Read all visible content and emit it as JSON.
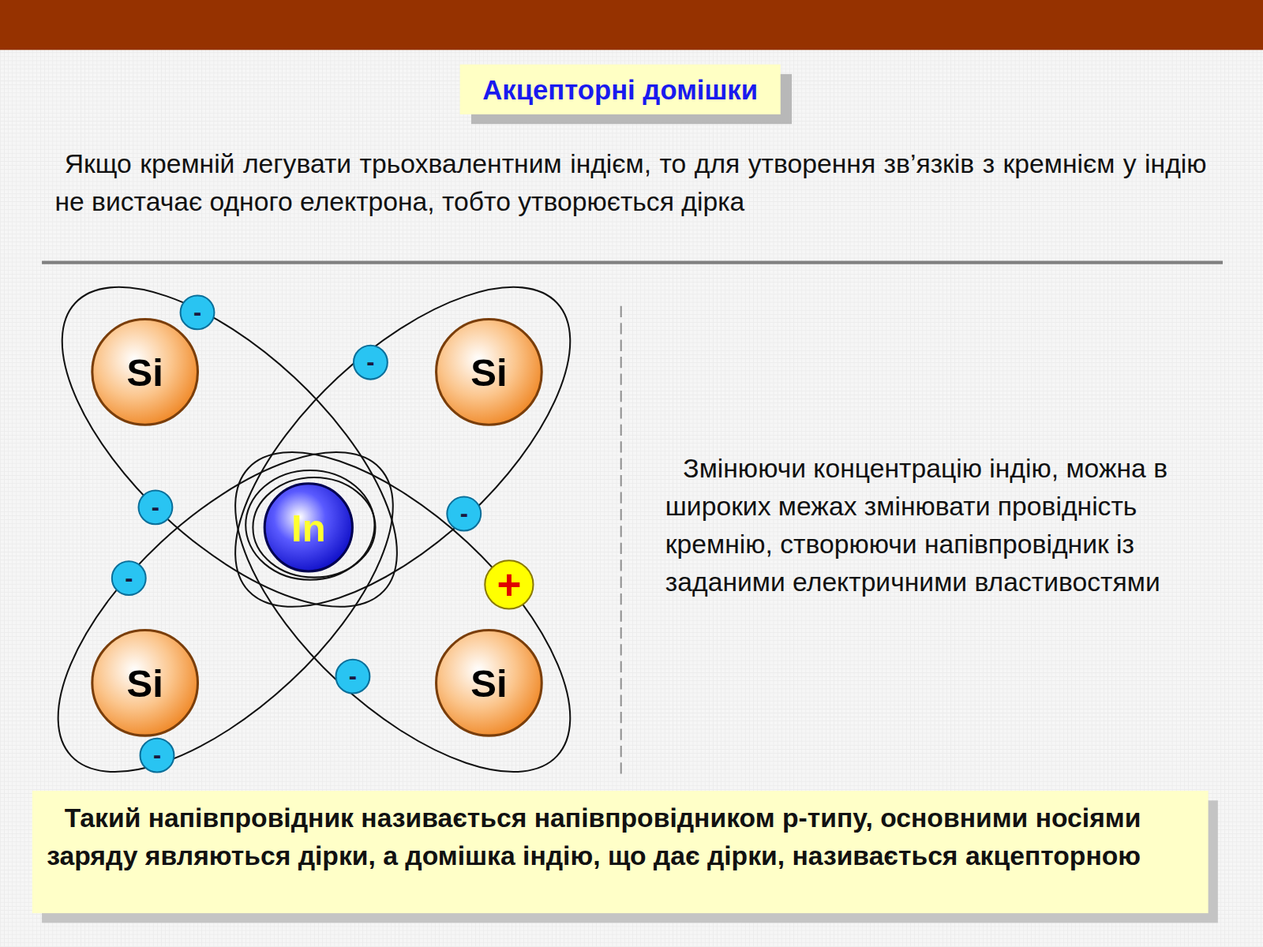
{
  "diagram": {
    "title": "Акцепторні домішки",
    "nodes": [
      {
        "text": [
          "-"
        ]
      },
      {
        "text": [
          "-"
        ]
      },
      {
        "text": [
          "Si"
        ]
      },
      {
        "text": [
          "Si"
        ]
      },
      {
        "text": [
          "-"
        ]
      },
      {
        "text": [
          "-"
        ]
      },
      {
        "text": [
          "In"
        ]
      },
      {
        "text": [
          "-"
        ]
      },
      {
        "text": [
          "+"
        ]
      },
      {
        "text": [
          "-"
        ]
      },
      {
        "text": [
          "Si"
        ]
      },
      {
        "text": [
          "Si"
        ]
      },
      {
        "text": [
          "-"
        ]
      },
      {
        "text": [
          "Такий напівпровідник називається напівпровідником p-типу, основними носіями заряду являються дірки, а домішка індію, що дає дірки, називається акцепторною"
        ]
      }
    ],
    "edges": [],
    "labels": [
      "Якщо кремній легувати трьохвалентним індієм, то для утворення зв’язків з кремнієм у індію не вистачає одного електрона, тобто утворюється дірка",
      "Змінюючи концентрацію індію, можна в широких межах змінювати провідність кремнію, створюючи напівпровідник із заданими електричними властивостями"
    ]
  }
}
